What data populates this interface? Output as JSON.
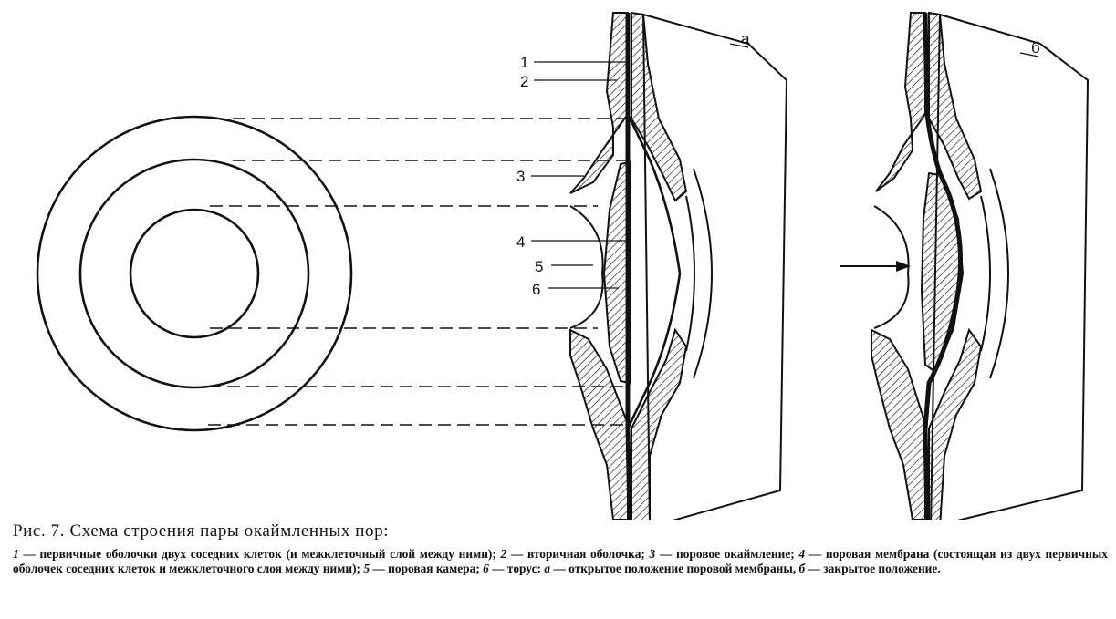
{
  "figure": {
    "labels": [
      "1",
      "2",
      "3",
      "4",
      "5",
      "6"
    ],
    "panel_labels": {
      "a": "а",
      "b": "б"
    },
    "colors": {
      "ink": "#111111",
      "paper": "#ffffff"
    }
  },
  "caption": {
    "title": "Рис. 7. Схема строения пары окаймленных пор:",
    "items": [
      {
        "key": "1",
        "text": " — первичные оболочки двух соседних клеток (и межклеточный слой между ними); "
      },
      {
        "key": "2",
        "text": " — вторичная оболочка; "
      },
      {
        "key": "3",
        "text": " — поровое окаймление; "
      },
      {
        "key": "4",
        "text": " — поровая мембрана (состоящая из двух первичных оболочек соседних клеток и межклеточного слоя между ними); "
      },
      {
        "key": "5",
        "text": " — поровая камера; "
      },
      {
        "key": "6",
        "text": " — торус: "
      },
      {
        "key": "а",
        "text": " — открытое положение поровой мембраны, "
      },
      {
        "key": "б",
        "text": " — закрытое положение."
      }
    ]
  }
}
